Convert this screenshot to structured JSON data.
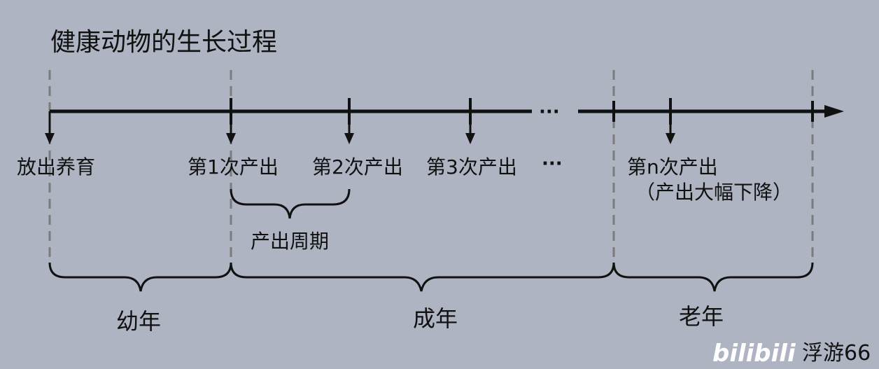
{
  "title": "健康动物的生长过程",
  "events": {
    "release": "放出养育",
    "output1": "第1次产出",
    "output2": "第2次产出",
    "output3": "第3次产出",
    "ellipsis_axis": "···",
    "ellipsis_label": "···",
    "outputN": "第n次产出",
    "outputN_note": "（产出大幅下降）"
  },
  "cycle_label": "产出周期",
  "stages": {
    "young": "幼年",
    "adult": "成年",
    "old": "老年"
  },
  "watermark": {
    "logo": "bilibili",
    "author": "浮游66"
  }
}
